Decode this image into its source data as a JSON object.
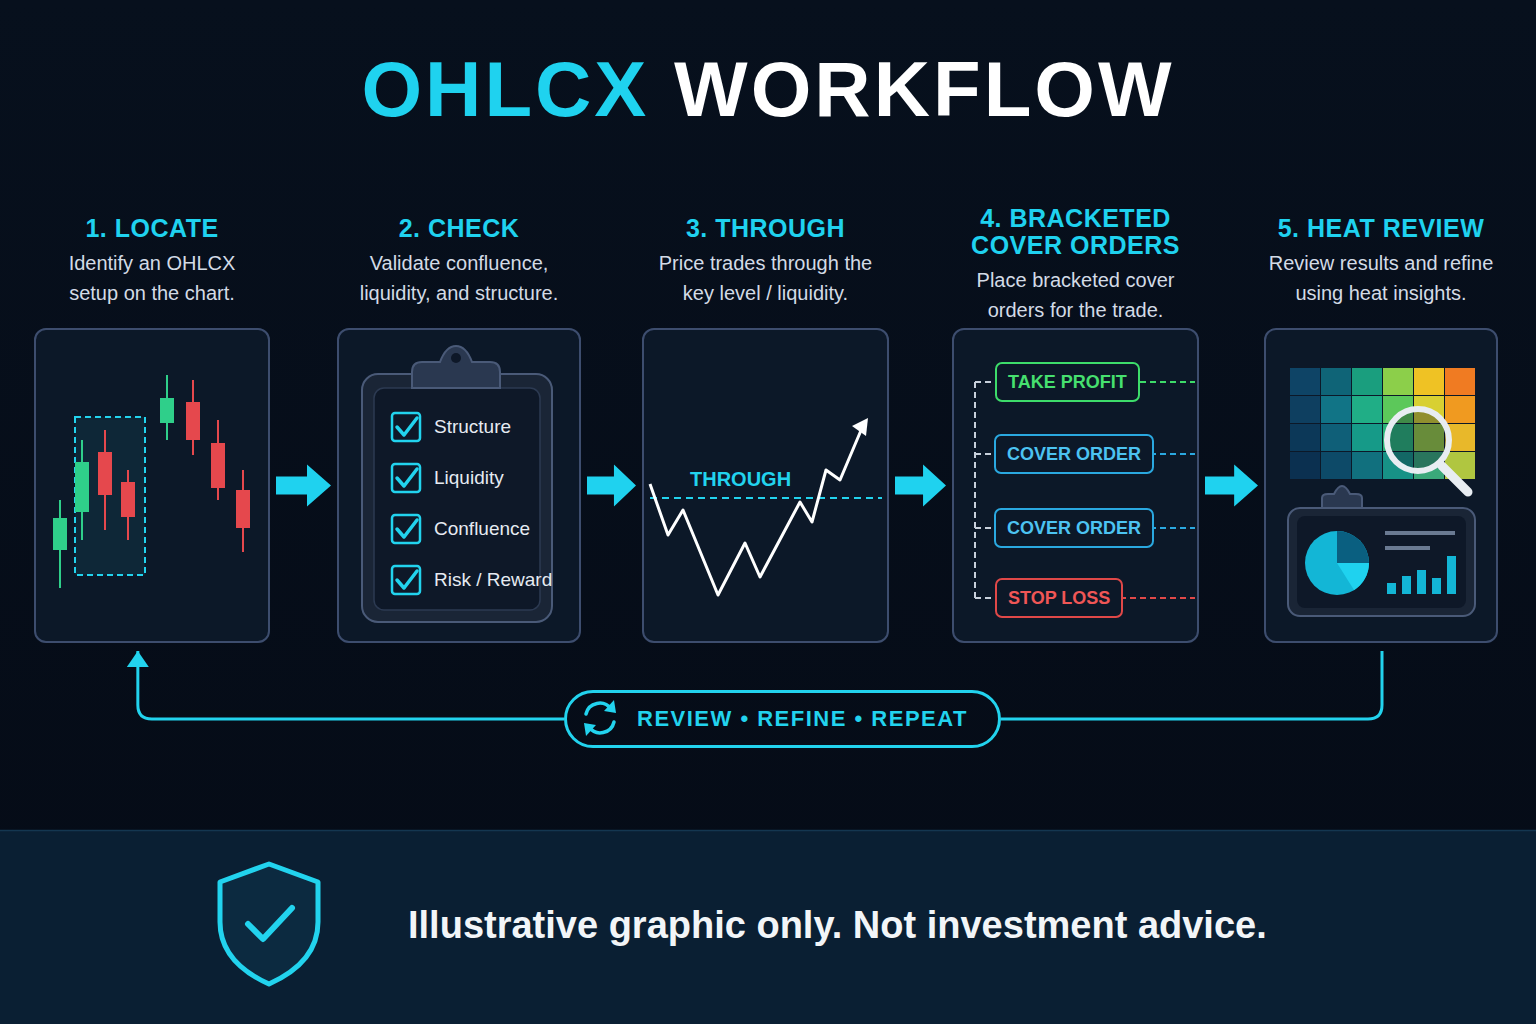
{
  "diagram": {
    "title": "OHLCX WORKFLOW",
    "nodes": [
      {
        "text": [
          "1. LOCATE",
          "Identify an OHLCX setup on the chart."
        ]
      },
      {
        "text": [
          "2. CHECK",
          "Validate confluence, liquidity, and structure."
        ]
      },
      {
        "text": [
          "3. THROUGH",
          "Price trades through the key level / liquidity."
        ]
      },
      {
        "text": [
          "4. BRACKETED COVER ORDERS",
          "Place bracketed cover orders for the trade."
        ]
      },
      {
        "text": [
          "5. HEAT REVIEW",
          "Review results and refine using heat insights."
        ]
      },
      {
        "text": [
          "TAKE PROFIT"
        ],
        "in": 3
      },
      {
        "text": [
          "COVER ORDER"
        ],
        "in": 3
      },
      {
        "text": [
          "COVER ORDER"
        ],
        "in": 3
      },
      {
        "text": [
          "STOP LOSS"
        ],
        "in": 3
      },
      {
        "text": [
          "REVIEW • REFINE • REPEAT"
        ]
      },
      {
        "text": [
          "Illustrative graphic only. Not investment advice."
        ]
      }
    ],
    "edges": [
      {
        "from": 0,
        "to": 1,
        "arrow": "to"
      },
      {
        "from": 1,
        "to": 2,
        "arrow": "to"
      },
      {
        "from": 2,
        "to": 3,
        "arrow": "to"
      },
      {
        "from": 3,
        "to": 4,
        "arrow": "to"
      },
      {
        "from": 4,
        "to": 9,
        "arrow": "none"
      },
      {
        "from": 9,
        "to": 0,
        "arrow": "to"
      }
    ],
    "labels": [
      "Structure",
      "Liquidity",
      "Confluence",
      "Risk / Reward",
      "THROUGH"
    ]
  }
}
